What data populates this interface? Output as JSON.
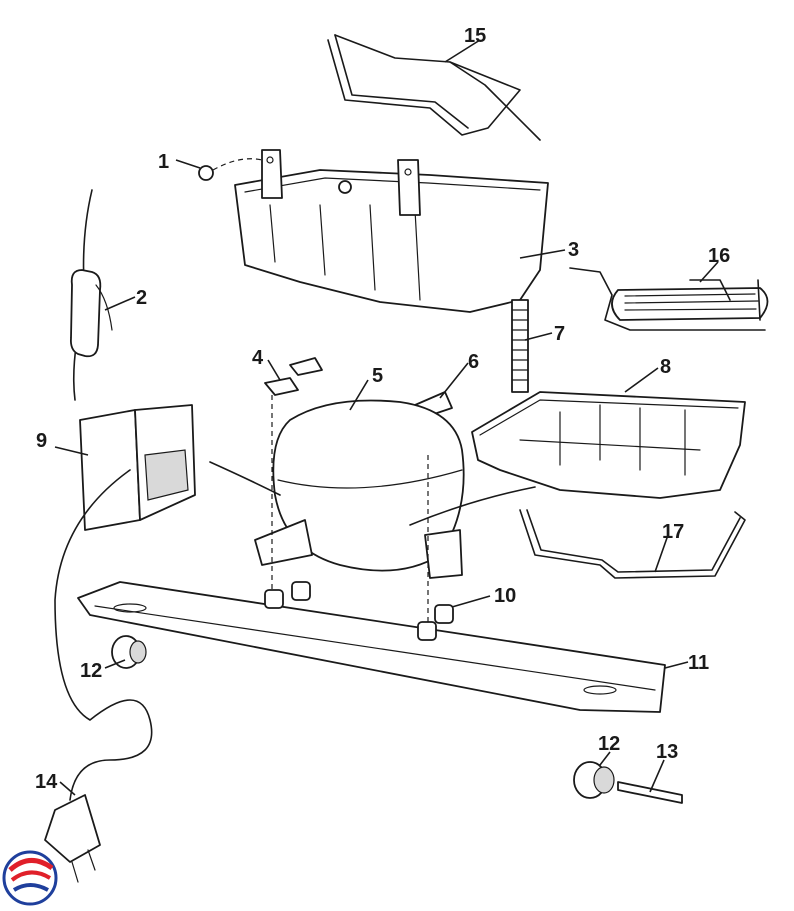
{
  "callouts": {
    "c1": "1",
    "c2": "2",
    "c3": "3",
    "c4": "4",
    "c5": "5",
    "c6": "6",
    "c7": "7",
    "c8": "8",
    "c9": "9",
    "c10": "10",
    "c11": "11",
    "c12a": "12",
    "c12b": "12",
    "c13": "13",
    "c14": "14",
    "c15": "15",
    "c16": "16",
    "c17": "17"
  },
  "colors": {
    "line": "#1a1a1a",
    "logo_red": "#e0202a",
    "logo_blue": "#1f3f9c"
  },
  "icons": {
    "logo": "brand-logo-icon"
  }
}
